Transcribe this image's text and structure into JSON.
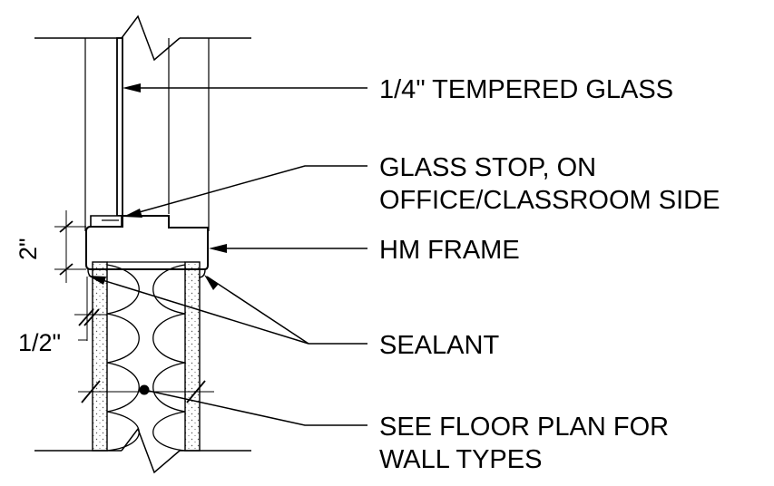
{
  "diagram": {
    "callouts": {
      "glass": "1/4\" TEMPERED GLASS",
      "glass_stop_line1": "GLASS STOP, ON",
      "glass_stop_line2": "OFFICE/CLASSROOM SIDE",
      "frame": "HM FRAME",
      "sealant": "SEALANT",
      "wall_line1": "SEE FLOOR PLAN FOR",
      "wall_line2": "WALL TYPES"
    },
    "dimensions": {
      "frame_height": "2\"",
      "gap": "1/2\""
    }
  }
}
